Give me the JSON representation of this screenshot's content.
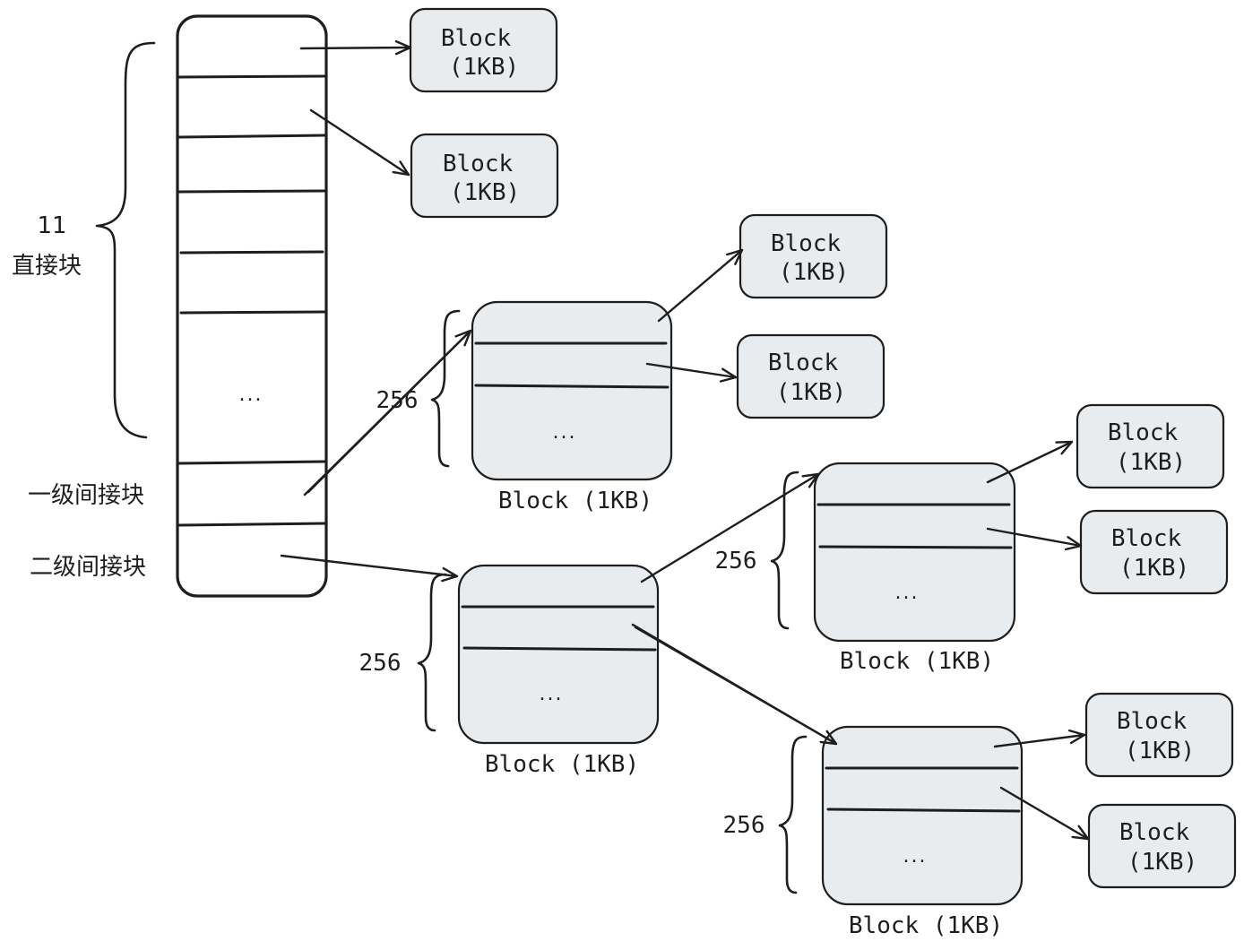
{
  "labels": {
    "direct_count": "11",
    "direct": "直接块",
    "single_indirect": "一级间接块",
    "double_indirect": "二级间接块",
    "count_256": "256",
    "block_line1": "Block",
    "block_line2": "(1KB)",
    "block_caption": "Block (1KB)",
    "ellipsis": "..."
  },
  "colors": {
    "block_fill": "#e9ecef",
    "stroke": "#1e1e1e"
  }
}
